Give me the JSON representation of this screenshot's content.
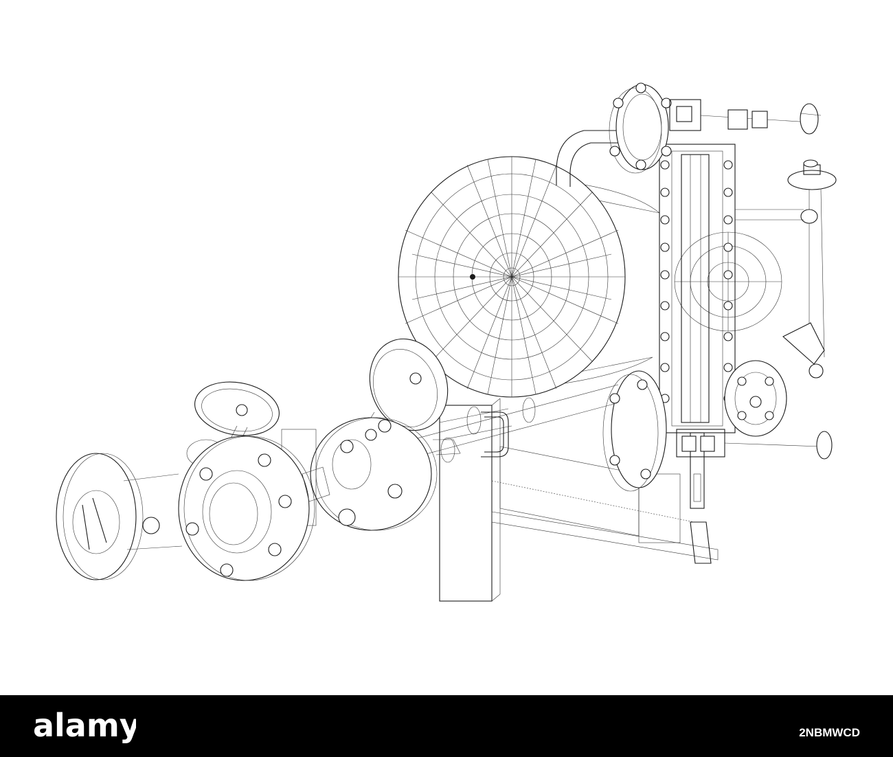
{
  "illustration": {
    "subject": "wireframe-industrial-pipe-assembly",
    "line_color": "#1a1a1a",
    "background": "#ffffff"
  },
  "footer": {
    "background": "#000000",
    "text_color": "#ffffff",
    "logo_text": "alamy",
    "image_id": "2NBMWCD"
  }
}
